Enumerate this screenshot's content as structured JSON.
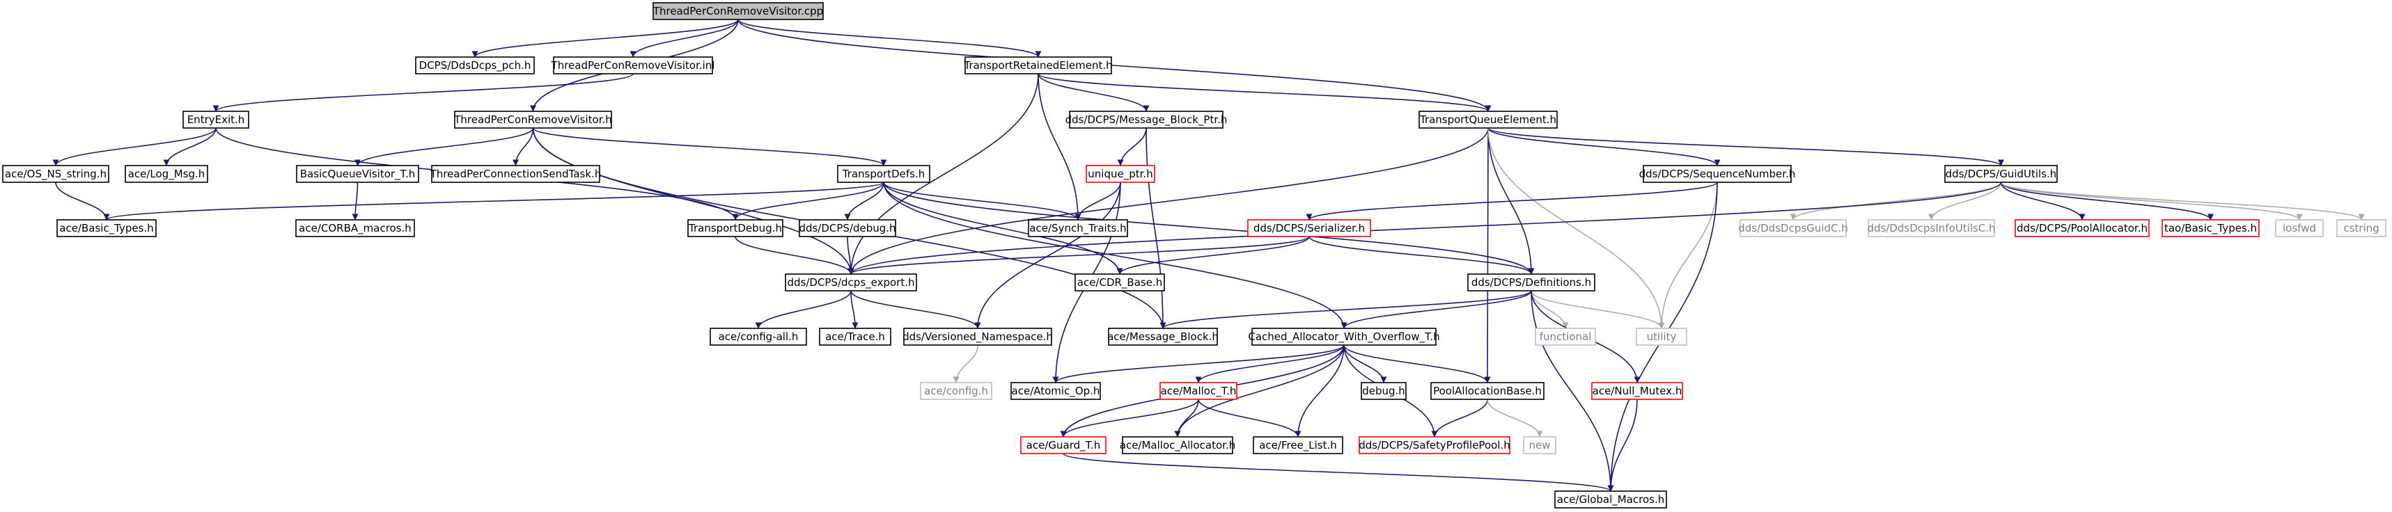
{
  "diagram": {
    "type": "include-dependency-graph",
    "colors": {
      "edge": "#191970",
      "edge_to_external": "#a9a9a9",
      "root_fill": "#bfbfbf",
      "truncated_border": "#ff0000",
      "external_border": "#bfbfbf",
      "external_text": "#7f7f7f"
    },
    "nodes": [
      {
        "id": "root",
        "label": "ThreadPerConRemoveVisitor.cpp",
        "kind": "root"
      },
      {
        "id": "pch",
        "label": "DCPS/DdsDcps_pch.h",
        "kind": "normal"
      },
      {
        "id": "inl",
        "label": "ThreadPerConRemoveVisitor.inl",
        "kind": "normal"
      },
      {
        "id": "tre",
        "label": "TransportRetainedElement.h",
        "kind": "normal"
      },
      {
        "id": "tqe",
        "label": "TransportQueueElement.h",
        "kind": "normal"
      },
      {
        "id": "entryexit",
        "label": "EntryExit.h",
        "kind": "normal"
      },
      {
        "id": "tpcrv_h",
        "label": "ThreadPerConRemoveVisitor.h",
        "kind": "normal"
      },
      {
        "id": "mbptr",
        "label": "dds/DCPS/Message_Block_Ptr.h",
        "kind": "normal"
      },
      {
        "id": "seqnum",
        "label": "dds/DCPS/SequenceNumber.h",
        "kind": "normal"
      },
      {
        "id": "guidutils",
        "label": "dds/DCPS/GuidUtils.h",
        "kind": "normal"
      },
      {
        "id": "osns",
        "label": "ace/OS_NS_string.h",
        "kind": "normal"
      },
      {
        "id": "logmsg",
        "label": "ace/Log_Msg.h",
        "kind": "normal"
      },
      {
        "id": "bqv",
        "label": "BasicQueueVisitor_T.h",
        "kind": "normal"
      },
      {
        "id": "tpcst",
        "label": "ThreadPerConnectionSendTask.h",
        "kind": "normal"
      },
      {
        "id": "tdefs",
        "label": "TransportDefs.h",
        "kind": "normal"
      },
      {
        "id": "uniqueptr",
        "label": "unique_ptr.h",
        "kind": "red"
      },
      {
        "id": "ddsguidc",
        "label": "dds/DdsDcpsGuidC.h",
        "kind": "gray"
      },
      {
        "id": "ddsinfo",
        "label": "dds/DdsDcpsInfoUtilsC.h",
        "kind": "gray"
      },
      {
        "id": "poolalloc",
        "label": "dds/DCPS/PoolAllocator.h",
        "kind": "red"
      },
      {
        "id": "taobasic",
        "label": "tao/Basic_Types.h",
        "kind": "red"
      },
      {
        "id": "iosfwd",
        "label": "iosfwd",
        "kind": "gray"
      },
      {
        "id": "cstring",
        "label": "cstring",
        "kind": "gray"
      },
      {
        "id": "acebasic",
        "label": "ace/Basic_Types.h",
        "kind": "normal"
      },
      {
        "id": "corbamacros",
        "label": "ace/CORBA_macros.h",
        "kind": "normal"
      },
      {
        "id": "tdebug",
        "label": "TransportDebug.h",
        "kind": "normal"
      },
      {
        "id": "dcpsdebug",
        "label": "dds/DCPS/debug.h",
        "kind": "normal"
      },
      {
        "id": "synch",
        "label": "ace/Synch_Traits.h",
        "kind": "normal"
      },
      {
        "id": "serializer",
        "label": "dds/DCPS/Serializer.h",
        "kind": "red"
      },
      {
        "id": "dcpsexport",
        "label": "dds/DCPS/dcps_export.h",
        "kind": "normal"
      },
      {
        "id": "cdrbase",
        "label": "ace/CDR_Base.h",
        "kind": "normal"
      },
      {
        "id": "definitions",
        "label": "dds/DCPS/Definitions.h",
        "kind": "normal"
      },
      {
        "id": "configall",
        "label": "ace/config-all.h",
        "kind": "normal"
      },
      {
        "id": "trace",
        "label": "ace/Trace.h",
        "kind": "normal"
      },
      {
        "id": "versioned",
        "label": "dds/Versioned_Namespace.h",
        "kind": "normal"
      },
      {
        "id": "msgblock",
        "label": "ace/Message_Block.h",
        "kind": "normal"
      },
      {
        "id": "cachedalloc",
        "label": "Cached_Allocator_With_Overflow_T.h",
        "kind": "normal"
      },
      {
        "id": "functional",
        "label": "functional",
        "kind": "gray"
      },
      {
        "id": "utility",
        "label": "utility",
        "kind": "gray"
      },
      {
        "id": "aceconfig",
        "label": "ace/config.h",
        "kind": "gray"
      },
      {
        "id": "atomicop",
        "label": "ace/Atomic_Op.h",
        "kind": "normal"
      },
      {
        "id": "malloct",
        "label": "ace/Malloc_T.h",
        "kind": "red"
      },
      {
        "id": "debugh",
        "label": "debug.h",
        "kind": "normal"
      },
      {
        "id": "poolallocbase",
        "label": "PoolAllocationBase.h",
        "kind": "normal"
      },
      {
        "id": "nullmutex",
        "label": "ace/Null_Mutex.h",
        "kind": "red"
      },
      {
        "id": "guardt",
        "label": "ace/Guard_T.h",
        "kind": "red"
      },
      {
        "id": "mallocalloc",
        "label": "ace/Malloc_Allocator.h",
        "kind": "normal"
      },
      {
        "id": "freelist",
        "label": "ace/Free_List.h",
        "kind": "normal"
      },
      {
        "id": "safetypool",
        "label": "dds/DCPS/SafetyProfilePool.h",
        "kind": "red"
      },
      {
        "id": "newh",
        "label": "new",
        "kind": "gray"
      },
      {
        "id": "globalmacros",
        "label": "ace/Global_Macros.h",
        "kind": "normal"
      }
    ],
    "edges": [
      [
        "root",
        "pch"
      ],
      [
        "root",
        "inl"
      ],
      [
        "root",
        "tre"
      ],
      [
        "root",
        "tqe"
      ],
      [
        "root",
        "tpcrv_h"
      ],
      [
        "inl",
        "entryexit"
      ],
      [
        "entryexit",
        "osns"
      ],
      [
        "entryexit",
        "logmsg"
      ],
      [
        "entryexit",
        "tdebug"
      ],
      [
        "osns",
        "acebasic"
      ],
      [
        "tpcrv_h",
        "bqv"
      ],
      [
        "tpcrv_h",
        "tpcst"
      ],
      [
        "tpcrv_h",
        "tdefs"
      ],
      [
        "tpcrv_h",
        "dcpsexport"
      ],
      [
        "tpcrv_h",
        "msgblock"
      ],
      [
        "bqv",
        "corbamacros"
      ],
      [
        "tre",
        "tqe"
      ],
      [
        "tre",
        "mbptr"
      ],
      [
        "tre",
        "synch"
      ],
      [
        "tre",
        "dcpsexport"
      ],
      [
        "mbptr",
        "uniqueptr"
      ],
      [
        "mbptr",
        "msgblock"
      ],
      [
        "uniqueptr",
        "synch"
      ],
      [
        "uniqueptr",
        "versioned"
      ],
      [
        "uniqueptr",
        "atomicop"
      ],
      [
        "tqe",
        "seqnum"
      ],
      [
        "tqe",
        "guidutils"
      ],
      [
        "tqe",
        "dcpsexport"
      ],
      [
        "tqe",
        "definitions"
      ],
      [
        "tqe",
        "poolallocbase"
      ],
      [
        "tqe",
        "utility"
      ],
      [
        "seqnum",
        "serializer"
      ],
      [
        "seqnum",
        "utility"
      ],
      [
        "seqnum",
        "globalmacros"
      ],
      [
        "guidutils",
        "ddsguidc"
      ],
      [
        "guidutils",
        "ddsinfo"
      ],
      [
        "guidutils",
        "poolalloc"
      ],
      [
        "guidutils",
        "taobasic"
      ],
      [
        "guidutils",
        "iosfwd"
      ],
      [
        "guidutils",
        "cstring"
      ],
      [
        "guidutils",
        "dcpsexport"
      ],
      [
        "tdefs",
        "acebasic"
      ],
      [
        "tdefs",
        "tdebug"
      ],
      [
        "tdefs",
        "dcpsdebug"
      ],
      [
        "tdefs",
        "synch"
      ],
      [
        "tdefs",
        "cdrbase"
      ],
      [
        "tdefs",
        "definitions"
      ],
      [
        "tdefs",
        "cachedalloc"
      ],
      [
        "tdebug",
        "dcpsexport"
      ],
      [
        "dcpsdebug",
        "dcpsexport"
      ],
      [
        "serializer",
        "dcpsexport"
      ],
      [
        "serializer",
        "cdrbase"
      ],
      [
        "serializer",
        "definitions"
      ],
      [
        "dcpsexport",
        "configall"
      ],
      [
        "dcpsexport",
        "trace"
      ],
      [
        "dcpsexport",
        "versioned"
      ],
      [
        "versioned",
        "aceconfig"
      ],
      [
        "definitions",
        "msgblock"
      ],
      [
        "definitions",
        "cachedalloc"
      ],
      [
        "definitions",
        "functional"
      ],
      [
        "definitions",
        "utility"
      ],
      [
        "definitions",
        "nullmutex"
      ],
      [
        "definitions",
        "globalmacros"
      ],
      [
        "cachedalloc",
        "atomicop"
      ],
      [
        "cachedalloc",
        "malloct"
      ],
      [
        "cachedalloc",
        "debugh"
      ],
      [
        "cachedalloc",
        "poolallocbase"
      ],
      [
        "cachedalloc",
        "guardt"
      ],
      [
        "cachedalloc",
        "mallocalloc"
      ],
      [
        "cachedalloc",
        "freelist"
      ],
      [
        "cachedalloc",
        "safetypool"
      ],
      [
        "malloct",
        "guardt"
      ],
      [
        "malloct",
        "mallocalloc"
      ],
      [
        "malloct",
        "freelist"
      ],
      [
        "poolallocbase",
        "safetypool"
      ],
      [
        "poolallocbase",
        "newh"
      ],
      [
        "nullmutex",
        "globalmacros"
      ],
      [
        "guardt",
        "globalmacros"
      ]
    ]
  }
}
